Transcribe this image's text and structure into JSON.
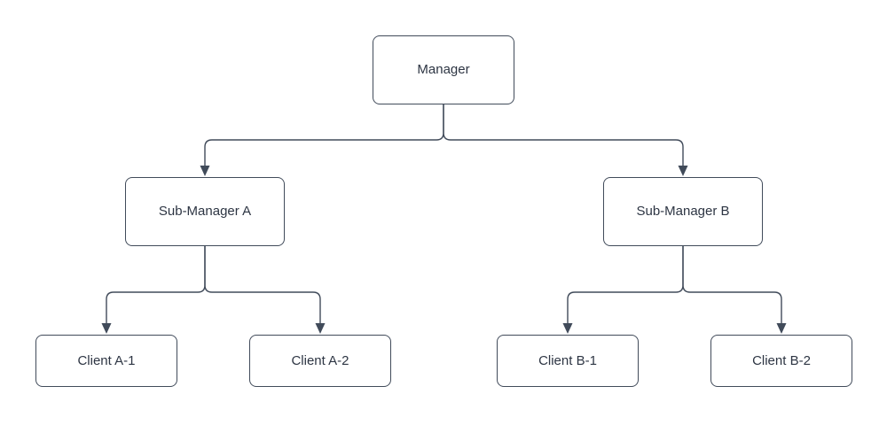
{
  "diagram": {
    "type": "org-chart",
    "nodes": {
      "manager": {
        "label": "Manager"
      },
      "sub_a": {
        "label": "Sub-Manager A"
      },
      "sub_b": {
        "label": "Sub-Manager B"
      },
      "client_a1": {
        "label": "Client A-1"
      },
      "client_a2": {
        "label": "Client A-2"
      },
      "client_b1": {
        "label": "Client B-1"
      },
      "client_b2": {
        "label": "Client B-2"
      }
    },
    "edges": [
      {
        "from": "Manager",
        "to": "Sub-Manager A"
      },
      {
        "from": "Manager",
        "to": "Sub-Manager B"
      },
      {
        "from": "Sub-Manager A",
        "to": "Client A-1"
      },
      {
        "from": "Sub-Manager A",
        "to": "Client A-2"
      },
      {
        "from": "Sub-Manager B",
        "to": "Client B-1"
      },
      {
        "from": "Sub-Manager B",
        "to": "Client B-2"
      }
    ],
    "colors": {
      "stroke": "#414b5a",
      "text": "#2d3543",
      "node_fill": "#ffffff",
      "background": "#ffffff"
    }
  }
}
